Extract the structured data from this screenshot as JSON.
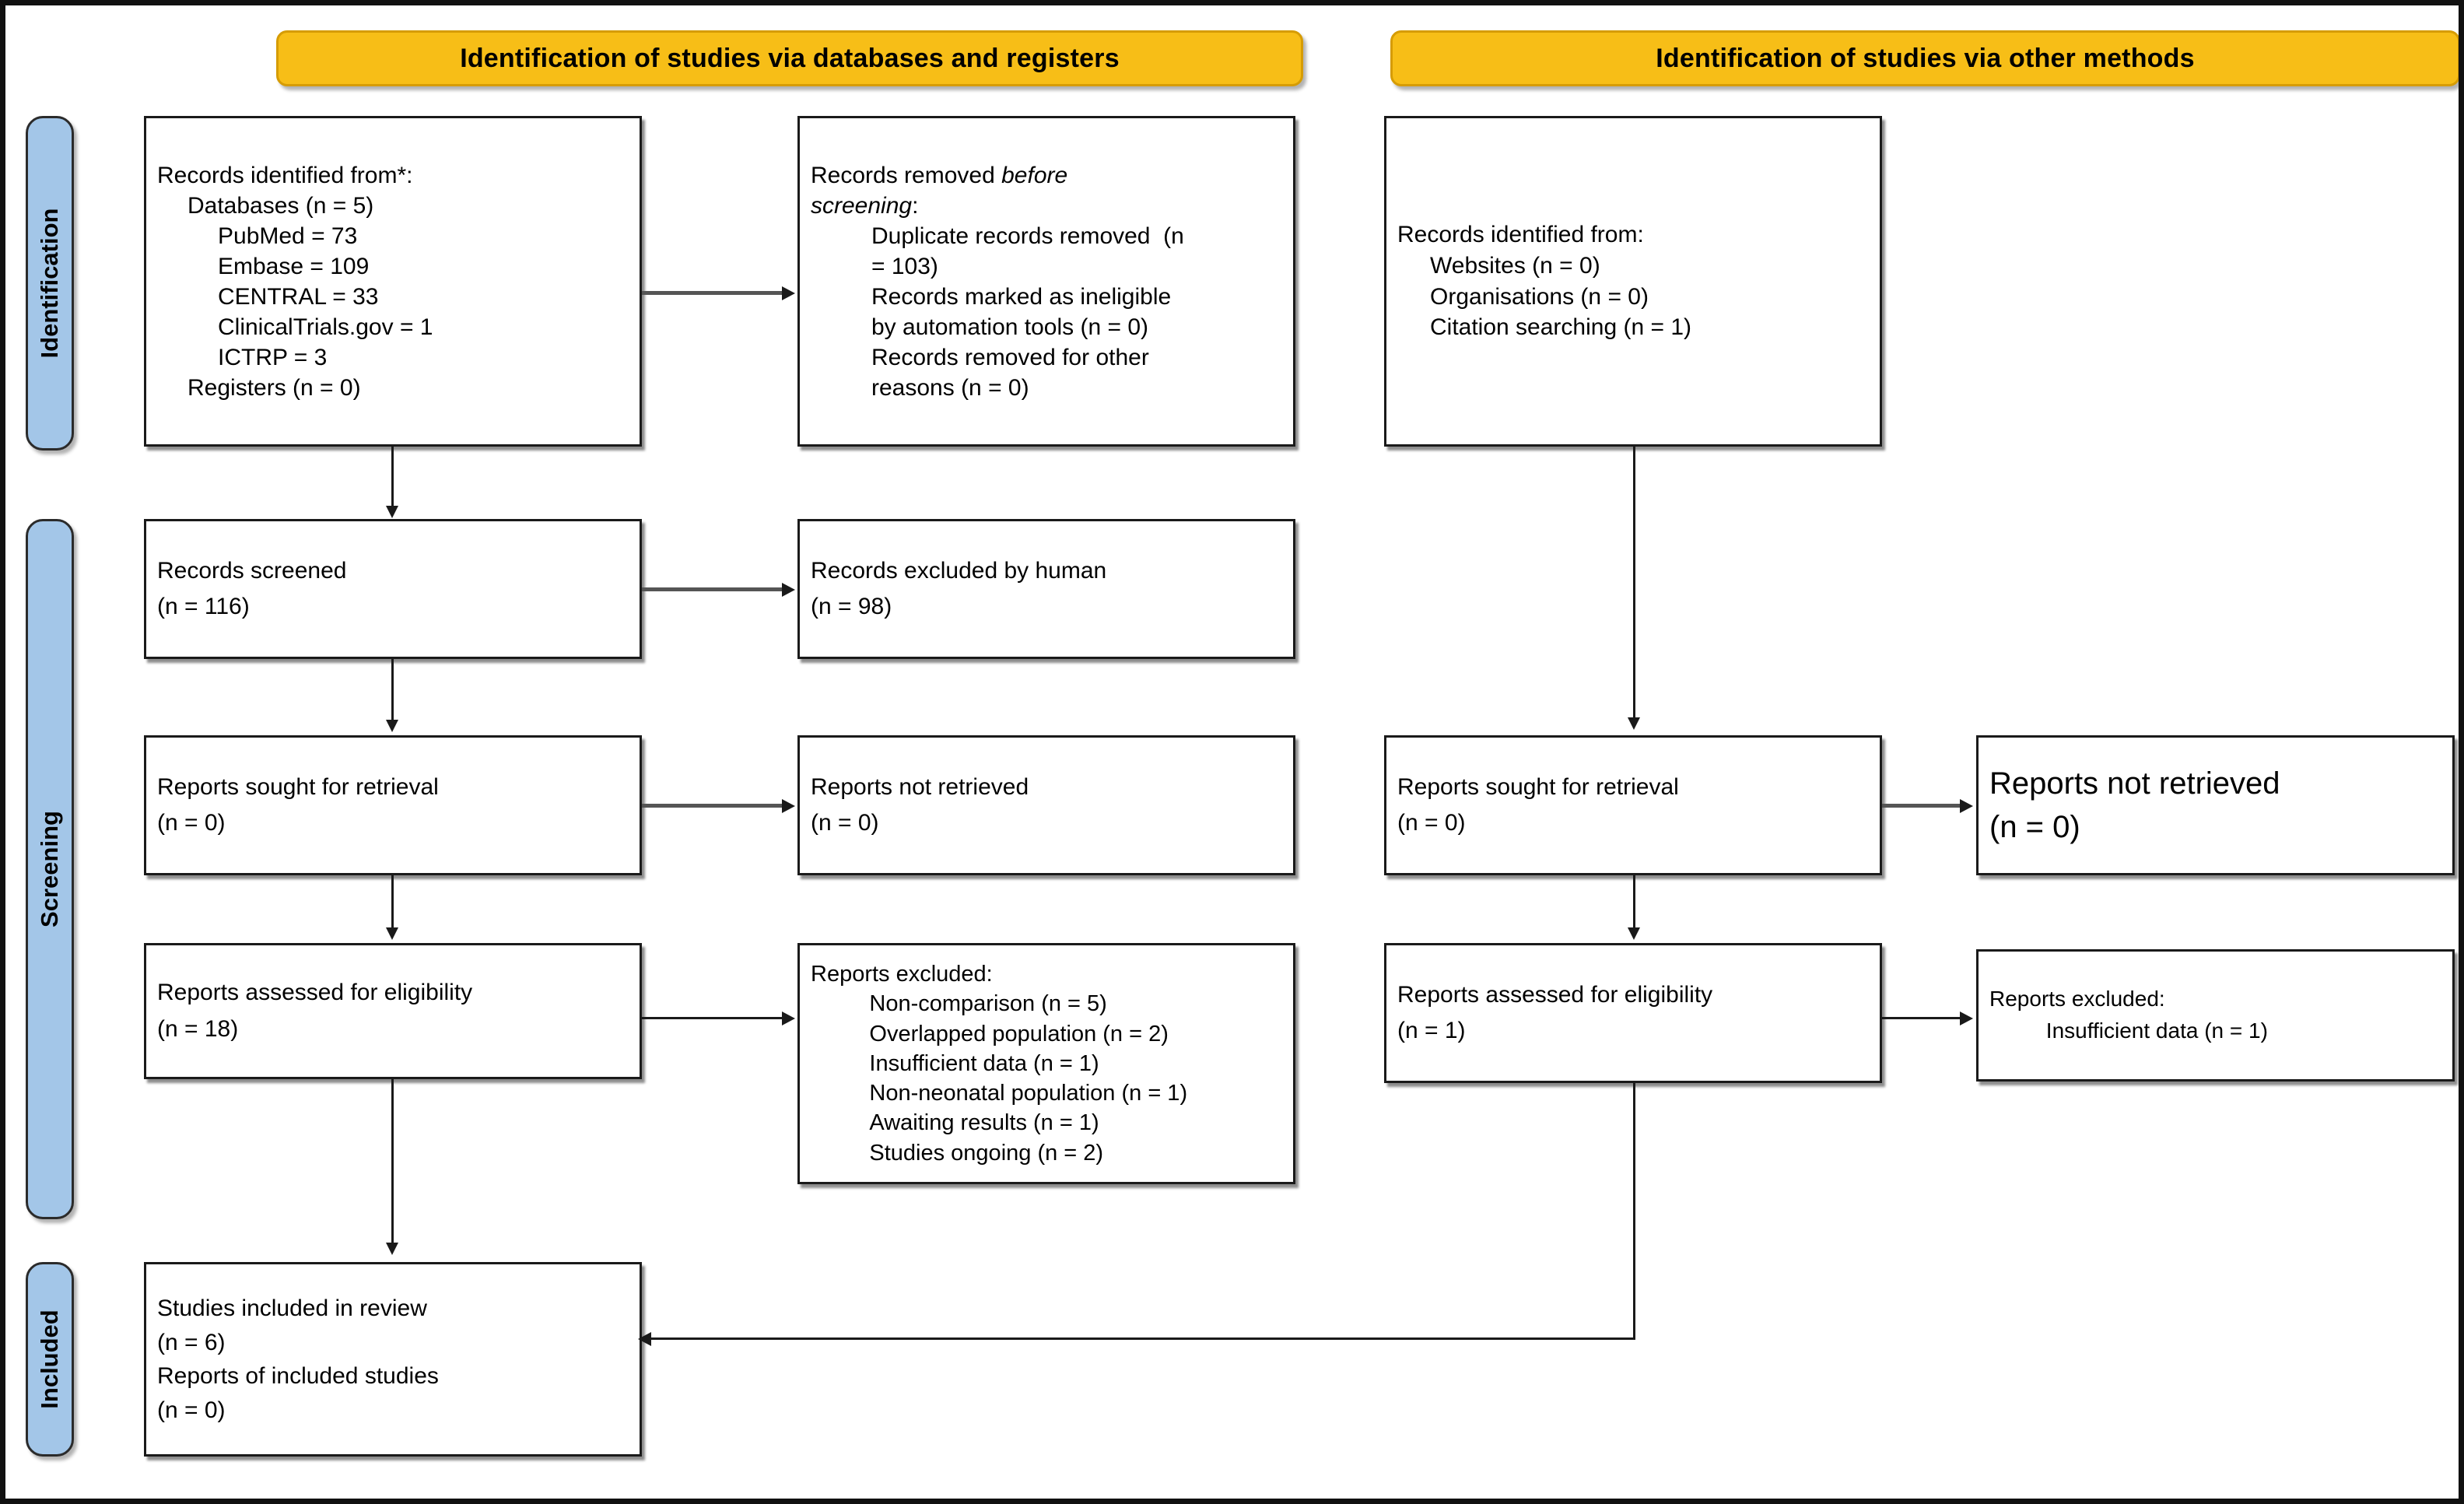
{
  "figure": {
    "type": "PRISMA 2020 flow diagram",
    "accent_yellow": "#F7BE17",
    "accent_blue": "#A3C6E8",
    "border_color": "#1a1a1a"
  },
  "banners": {
    "databases": "Identification of studies via databases and registers",
    "other": "Identification of studies via other methods"
  },
  "stages": {
    "identification": "Identification",
    "screening": "Screening",
    "included": "Included"
  },
  "left_column": {
    "records_identified": {
      "l1": "Records identified from*:",
      "l2": "Databases (n = 5)",
      "l3": "PubMed = 73",
      "l4": "Embase = 109",
      "l5": "CENTRAL = 33",
      "l6": "ClinicalTrials.gov = 1",
      "l7": "ICTRP = 3",
      "l8": "Registers (n = 0)"
    },
    "records_removed": {
      "l1a": "Records removed ",
      "l1b": "before",
      "l2": "screening",
      "l2b": ":",
      "l3": "Duplicate records removed  (n",
      "l4": "= 103)",
      "l5": "Records marked as ineligible",
      "l6": "by automation tools (n = 0)",
      "l7": "Records removed for other",
      "l8": "reasons (n = 0)"
    },
    "records_screened": {
      "l1": "Records screened",
      "l2": "(n = 116)"
    },
    "records_excluded": {
      "l1": "Records excluded by human",
      "l2": "(n = 98)"
    },
    "reports_sought": {
      "l1": "Reports sought for retrieval",
      "l2": "(n = 0)"
    },
    "reports_not_retrieved": {
      "l1": "Reports not retrieved",
      "l2": "(n = 0)"
    },
    "reports_assessed": {
      "l1": "Reports assessed for eligibility",
      "l2": "(n = 18)"
    },
    "reports_excluded": {
      "l1": "Reports excluded:",
      "l2": "Non-comparison (n = 5)",
      "l3": "Overlapped population (n = 2)",
      "l4": "Insufficient data (n = 1)",
      "l5": "Non-neonatal population (n = 1)",
      "l6": "Awaiting results (n = 1)",
      "l7": "Studies ongoing (n = 2)"
    },
    "studies_included": {
      "l1": "Studies included in review",
      "l2": "(n = 6)",
      "l3": "Reports of included studies",
      "l4": "(n = 0)"
    }
  },
  "right_column": {
    "records_identified": {
      "l1": "Records identified from:",
      "l2": "Websites (n = 0)",
      "l3": "Organisations (n = 0)",
      "l4": "Citation searching (n = 1)"
    },
    "reports_sought": {
      "l1": "Reports sought for retrieval",
      "l2": "(n = 0)"
    },
    "reports_not_retrieved": {
      "l1": "Reports not retrieved",
      "l2": "(n = 0)"
    },
    "reports_assessed": {
      "l1": "Reports assessed for eligibility",
      "l2": "(n = 1)"
    },
    "reports_excluded": {
      "l1": "Reports excluded:",
      "l2": "Insufficient data (n = 1)"
    }
  }
}
